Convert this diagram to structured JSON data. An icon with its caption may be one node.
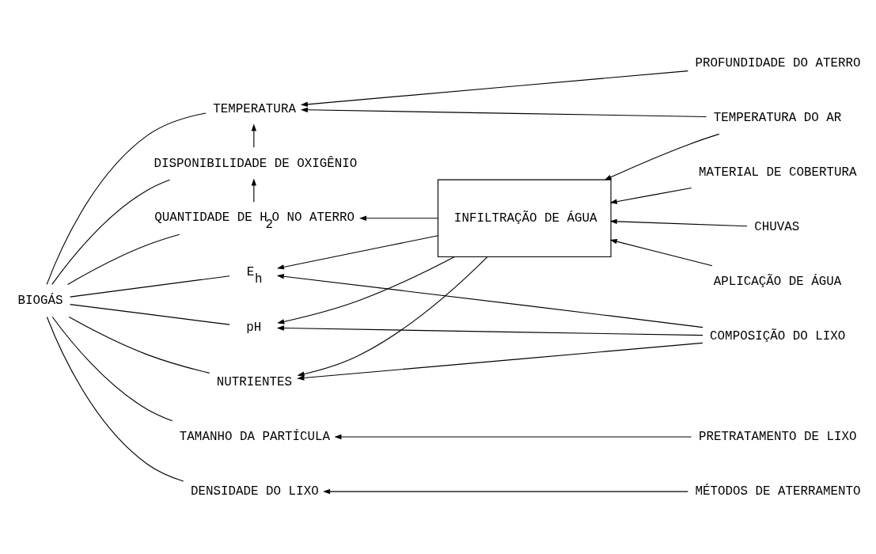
{
  "diagram": {
    "nodes": [
      {
        "text": [
          "TEMPERATURA"
        ]
      },
      {
        "text": [
          "PROFUNDIDADE DO ATERRO"
        ]
      },
      {
        "text": [
          "DISPONIBILIDADE DE OXIGÊNIO"
        ]
      },
      {
        "text": [
          "TEMPERATURA DO AR"
        ]
      },
      {
        "text": [
          "QUANTIDADE DE H$_{2}$O NO ATERRO"
        ]
      },
      {
        "text": [
          "MATERIAL DE COBERTURA"
        ]
      },
      {
        "text": [
          "BIOGÁS"
        ]
      },
      {
        "text": [
          "E$_{h}$"
        ]
      },
      {
        "text": [
          "INFILTRAÇÃO DE ÁGUA"
        ]
      },
      {
        "text": [
          "CHUVAS"
        ]
      },
      {
        "text": [
          "pH"
        ]
      },
      {
        "text": [
          "APLICAÇÃO DE ÁGUA"
        ]
      },
      {
        "text": [
          "NUTRIENTES"
        ]
      },
      {
        "text": [
          "COMPOSIÇÃO DO LIXO"
        ]
      },
      {
        "text": [
          "TAMANHO DA PARTÍCULA"
        ]
      },
      {
        "text": [
          "PRETRATAMENTO DE LIXO"
        ]
      },
      {
        "text": [
          "DENSIDADE DO LIXO"
        ]
      },
      {
        "text": [
          "MÉTODOS DE ATERRAMENTO"
        ]
      }
    ],
    "edges": [
      {
        "from": 1,
        "to": 0,
        "arrow": "to"
      },
      {
        "from": 3,
        "to": 0,
        "arrow": "to"
      },
      {
        "from": 2,
        "to": 0,
        "arrow": "to"
      },
      {
        "from": 4,
        "to": 2,
        "arrow": "to"
      },
      {
        "from": 8,
        "to": 4,
        "arrow": "to"
      },
      {
        "from": 3,
        "to": 8,
        "arrow": "to"
      },
      {
        "from": 5,
        "to": 8,
        "arrow": "to"
      },
      {
        "from": 9,
        "to": 8,
        "arrow": "to"
      },
      {
        "from": 11,
        "to": 8,
        "arrow": "to"
      },
      {
        "from": 8,
        "to": 7,
        "arrow": "to"
      },
      {
        "from": 8,
        "to": 10,
        "arrow": "to"
      },
      {
        "from": 8,
        "to": 12,
        "arrow": "to"
      },
      {
        "from": 13,
        "to": 7,
        "arrow": "to"
      },
      {
        "from": 13,
        "to": 10,
        "arrow": "to"
      },
      {
        "from": 13,
        "to": 12,
        "arrow": "to"
      },
      {
        "from": 15,
        "to": 14,
        "arrow": "to"
      },
      {
        "from": 17,
        "to": 16,
        "arrow": "to"
      },
      {
        "from": 6,
        "to": 0,
        "arrow": "none"
      },
      {
        "from": 6,
        "to": 2,
        "arrow": "none"
      },
      {
        "from": 6,
        "to": 4,
        "arrow": "none"
      },
      {
        "from": 6,
        "to": 7,
        "arrow": "none"
      },
      {
        "from": 6,
        "to": 10,
        "arrow": "none"
      },
      {
        "from": 6,
        "to": 12,
        "arrow": "none"
      },
      {
        "from": 6,
        "to": 14,
        "arrow": "none"
      },
      {
        "from": 6,
        "to": 16,
        "arrow": "none"
      }
    ]
  }
}
